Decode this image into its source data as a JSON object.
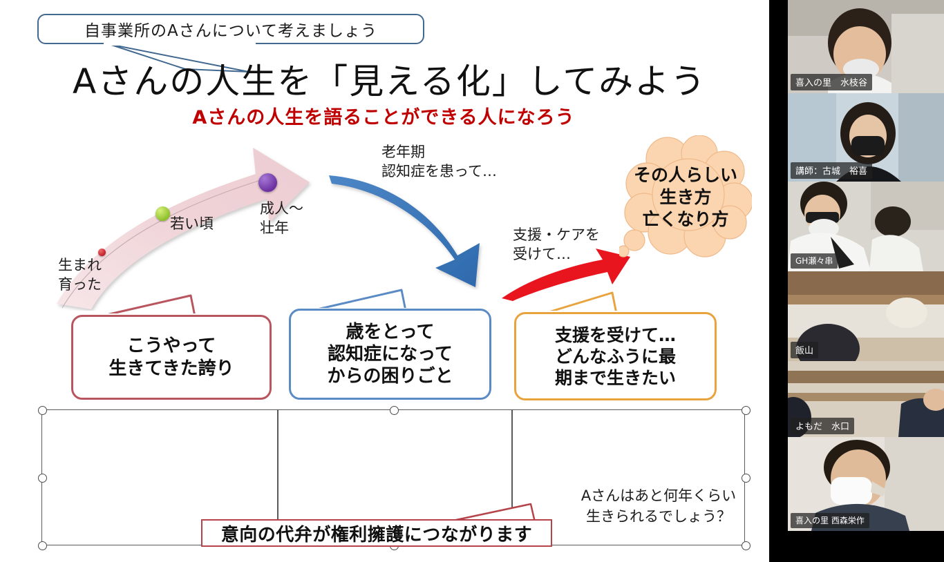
{
  "slide": {
    "top_callout": "自事業所のAさんについて考えましょう",
    "main_title": "Aさんの人生を「見える化」してみよう",
    "sub_title": "Aさんの人生を語ることができる人になろう",
    "stages": {
      "born": "生まれ\n育った",
      "born_line1": "生まれ",
      "born_line2": "育った",
      "young": "若い頃",
      "adult_line1": "成人～",
      "adult_line2": "壮年",
      "old_line1": "老年期",
      "old_line2": "認知症を患って…",
      "care_line1": "支援・ケアを",
      "care_line2": "受けて…"
    },
    "cloud": {
      "line1": "その人らしい",
      "line2": "生き方",
      "line3": "亡くなり方"
    },
    "callouts": [
      {
        "line1": "こうやって",
        "line2": "生きてきた誇り",
        "line3": "",
        "color": "#b9555f"
      },
      {
        "line1": "歳をとって",
        "line2": "認知症になって",
        "line3": "からの困りごと",
        "color": "#5b8bc4"
      },
      {
        "line1": "支援を受けて…",
        "line2": "どんなふうに最",
        "line3": "期まで生きたい",
        "color": "#e8a33d"
      }
    ],
    "question_line1": "Aさんはあと何年くらい",
    "question_line2": "生きられるでしょう？",
    "banner": "意向の代弁が権利擁護につながります",
    "colors": {
      "pink_arrow": "#f0d5d8",
      "blue_arrow": "#3d78b8",
      "red_arrow": "#e8151f",
      "cloud": "#fbd5b0",
      "title_red": "#c00000"
    }
  },
  "video_rail": {
    "participants": [
      {
        "name": "喜入の里　水枝谷"
      },
      {
        "name": "講師：古城　裕喜"
      },
      {
        "name": "GH瀬々串"
      },
      {
        "name": "飯山"
      },
      {
        "name": "よもだ　水口"
      },
      {
        "name": "喜入の里 西森栄作"
      }
    ]
  }
}
